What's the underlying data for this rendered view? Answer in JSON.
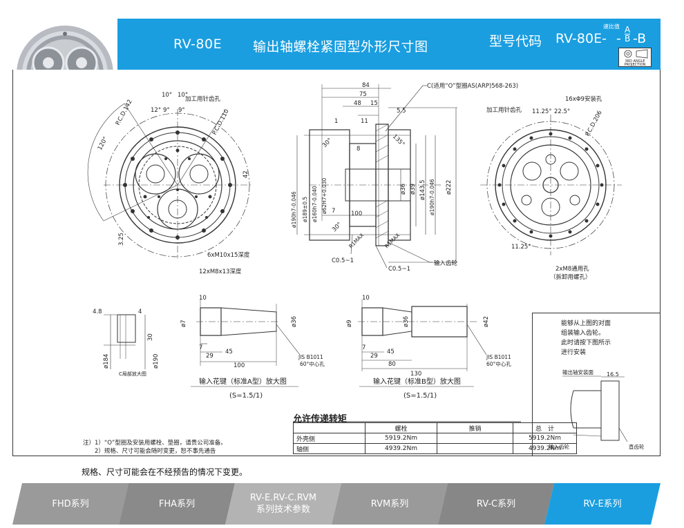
{
  "header": {
    "model": "RV-80E",
    "title": "输出轴螺栓紧固型外形尺寸图",
    "code_label": "型号代码",
    "code_value": "RV-80E-",
    "code_sup": "速比值",
    "code_frac_top": "A",
    "code_frac_bottom": "B",
    "code_dash": "-",
    "code_suffix": "-B",
    "projection_label": "3RD ANGLE PROJECTION"
  },
  "drawing_labels": {
    "front_left": {
      "pcd142": "P.C.D.142",
      "pcd110": "P.C.D.110",
      "angle120": "120°",
      "angle10a": "10°",
      "angle10b": "10°",
      "angle12": "12°",
      "angle9a": "9°",
      "angle9b": "9°",
      "pin_holes": "加工用针齿孔",
      "dim42": "42",
      "dim325": "3.25",
      "m10": "6xM10x15深度",
      "m8": "12xM8x13深度"
    },
    "section": {
      "dim84": "84",
      "dim75": "75",
      "dim48": "48",
      "dim15": "15",
      "dim55": "5.5",
      "dim1": "1",
      "dim11": "11",
      "dim8": "8",
      "dim7": "7",
      "dim100": "100",
      "dim30a": "30°",
      "dim30b": "30°",
      "dim135": "135°",
      "oring": "C(适用“O”型圈AS(ARP)568-263)",
      "d190a": "ø190h7-0.046",
      "d189": "ø189±0.5",
      "d160": "ø160h7-0.040",
      "d62": "ø62H7+0.030",
      "d36": "ø36",
      "d39": "ø39",
      "d1435": "ø143.5",
      "d190b": "ø190h7-0.046",
      "d222": "ø222",
      "r1a": "R1MAX",
      "r1b": "R1MAX",
      "c05a": "C0.5~1",
      "c05b": "C0.5~1",
      "input_gear": "输入齿轮"
    },
    "front_right": {
      "holes16": "16xΦ9安装孔",
      "pcd206": "P.C.D.206",
      "pin_holes": "加工用针齿孔",
      "angle1125a": "11.25°",
      "angle225": "22.5°",
      "angle1125b": "11.25°",
      "m8_holes": "2xM8通用孔",
      "m8_note": "（拆卸用螺孔）"
    },
    "detail_c": {
      "dim48": "4.8",
      "dim4": "4",
      "dim30": "30",
      "d184": "ø184",
      "d190": "ø190",
      "caption": "C局部放大图"
    },
    "shaft_a": {
      "dim10": "10",
      "d7": "ø7",
      "d36": "ø36",
      "dim7": "7",
      "dim29": "29",
      "dim45": "45",
      "dim100": "100",
      "jis": "JIS B1011",
      "center": "60°中心孔",
      "caption": "输入花键（标准A型）放大图",
      "scale": "(S=1.5/1)"
    },
    "shaft_b": {
      "dim10": "10",
      "d9": "ø9",
      "d36": "ø36",
      "d42": "ø42",
      "dim7": "7",
      "dim29": "29",
      "dim45": "45",
      "dim80": "80",
      "dim130": "130",
      "jis": "JIS B1011",
      "center": "60°中心孔",
      "caption": "输入花键（标准B型）放大图",
      "scale": "(S=1.5/1)"
    }
  },
  "side_note": {
    "text": "能够从上图的对面\n组装输入齿轮。\n此时请按下图所示\n进行安装",
    "flange_label": "输出轴安装面",
    "dim165": "16.5",
    "input_gear": "输入齿轮",
    "spur_gear": "直齿轮"
  },
  "torque": {
    "title": "允许传递转矩",
    "headers": [
      "螺栓",
      "推销",
      "总　计"
    ],
    "rows": [
      {
        "label": "外壳侧",
        "bolt": "5919.2Nm",
        "pin": "",
        "total": "5919.2Nm"
      },
      {
        "label": "轴侧",
        "bolt": "4939.2Nm",
        "pin": "",
        "total": "4939.2Nm"
      }
    ]
  },
  "notes": "注）1）“O”型圈及安装用螺栓、垫圈，请贵公司准备。\n　　2）规格、尺寸可能会随时变更，恕不事先通告",
  "disclaimer": "规格、尺寸可能会在不经预告的情况下变更。",
  "footer_nav": [
    {
      "label": "FHD系列",
      "color": "#9a9a9a",
      "active": false
    },
    {
      "label": "FHA系列",
      "color": "#8a8a8a",
      "active": false
    },
    {
      "label": "RV-E.RV-C.RVM\n系列技术参数",
      "color": "#b3b3b3",
      "active": false
    },
    {
      "label": "RVM系列",
      "color": "#9a9a9a",
      "active": false
    },
    {
      "label": "RV-C系列",
      "color": "#878787",
      "active": false
    },
    {
      "label": "RV-E系列",
      "color": "#1a9ee0",
      "active": true
    }
  ],
  "colors": {
    "accent": "#1a9ee0",
    "line": "#333333"
  }
}
